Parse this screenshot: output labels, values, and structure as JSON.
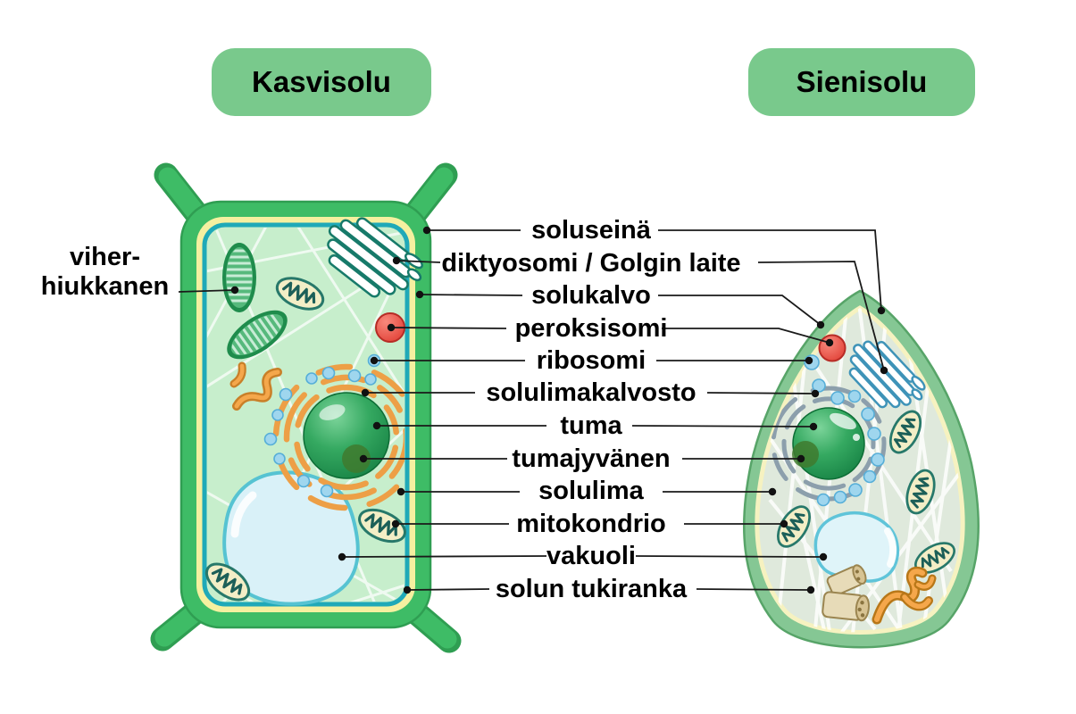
{
  "headers": {
    "left": "Kasvisolu",
    "right": "Sienisolu"
  },
  "side_label": {
    "line1": "viher-",
    "line2": "hiukkanen"
  },
  "organelle_labels": [
    "soluseinä",
    "diktyosomi / Golgin laite",
    "solukalvo",
    "peroksisomi",
    "ribosomi",
    "solulimakalvosto",
    "tuma",
    "tumajyvänen",
    "solulima",
    "mitokondrio",
    "vakuoli",
    "solun tukiranka"
  ],
  "colors": {
    "header_pill": "#79c98c",
    "label_text": "#000000",
    "leader_line": "#1a1a1a",
    "plant_wall": "#3ebc66",
    "plant_wall_inner_band": "#f5f0a0",
    "plant_membrane": "#1fa9b8",
    "plant_cytoplasm": "#c7eecc",
    "fungal_wall": "#85c794",
    "fungal_wall_inner_band": "#f6f2c0",
    "fungal_cytoplasm": "#dfe9dc",
    "nucleus": "#1b8a47",
    "nucleolus": "#3f7a2e",
    "er_plant": "#ed9f46",
    "er_fungal": "#8c9fac",
    "golgi_outline_plant": "#177a6a",
    "golgi_outline_fungal": "#3e93b8",
    "peroxisome": "#e8453c",
    "ribosome": "#9fd6ee",
    "vacuole_fill": "#d9f1f8",
    "vacuole_border": "#56c3d2",
    "mitochondrion_fill": "#f3eec6",
    "mitochondrion_outline": "#27786a",
    "chloroplast": "#1f8c4c",
    "storage_granule": "#e7dbb8",
    "squiggle_orange": "#f5a74b",
    "cytoskeleton": "#ffffff"
  }
}
